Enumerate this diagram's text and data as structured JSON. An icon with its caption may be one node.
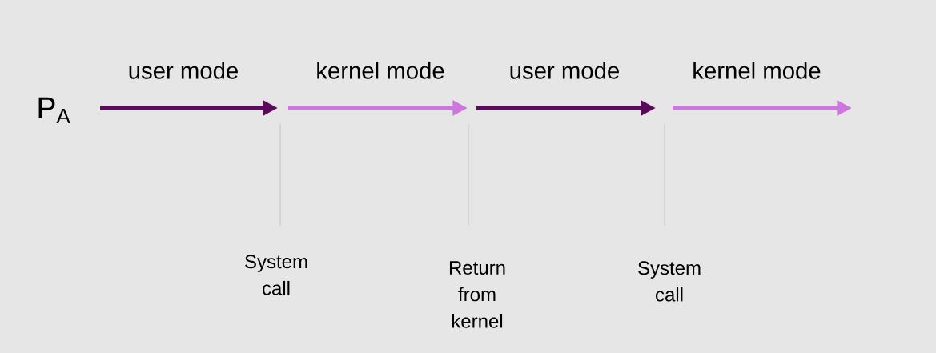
{
  "diagram": {
    "labels": [
      "P$_{A}$",
      "user mode",
      "kernel mode",
      "user mode",
      "kernel mode",
      "System call",
      "Return from kernel",
      "System call"
    ]
  }
}
